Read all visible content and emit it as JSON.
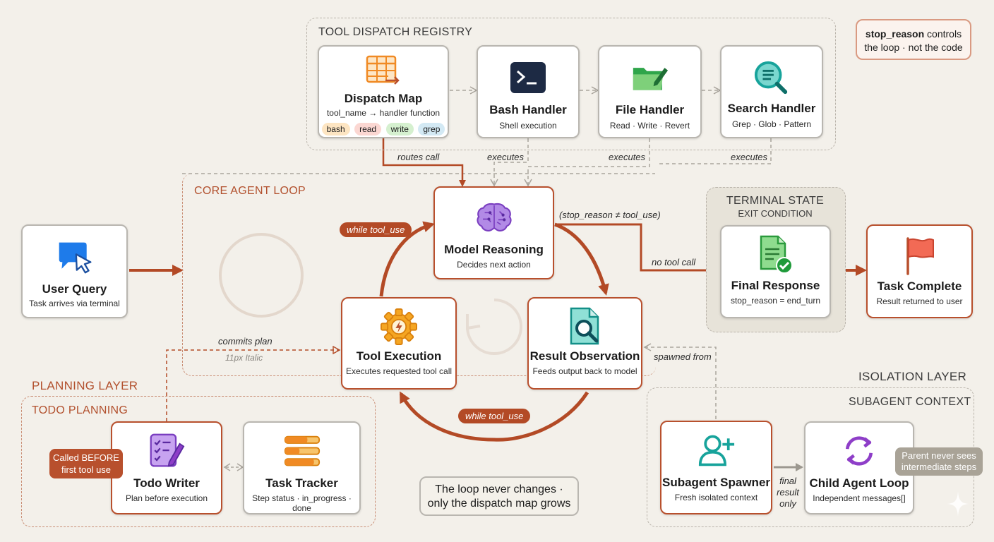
{
  "registry": {
    "title": "TOOL DISPATCH REGISTRY",
    "dispatch": {
      "title": "Dispatch Map",
      "sub": "tool_name → handler function",
      "tags": [
        "bash",
        "read",
        "write",
        "grep"
      ]
    },
    "bash": {
      "title": "Bash Handler",
      "sub": "Shell execution"
    },
    "file": {
      "title": "File Handler",
      "sub": "Read · Write · Revert"
    },
    "search": {
      "title": "Search Handler",
      "sub": "Grep · Glob · Pattern"
    },
    "routes_call": "routes call",
    "executes": "executes"
  },
  "stop_note": {
    "bold": "stop_reason",
    "rest1": " controls",
    "line2": "the loop · not the code"
  },
  "core": {
    "title": "CORE AGENT LOOP",
    "model": {
      "title": "Model Reasoning",
      "sub": "Decides next action"
    },
    "tool": {
      "title": "Tool Execution",
      "sub": "Executes requested tool call"
    },
    "result": {
      "title": "Result Observation",
      "sub": "Feeds output back to model"
    },
    "while_top": "while tool_use",
    "while_bottom": "while tool_use",
    "stop_label": "(stop_reason ≠ tool_use)",
    "no_tool": "no tool call",
    "commits": "commits plan",
    "italic_hint": "11px Italic",
    "spawned": "spawned from"
  },
  "user": {
    "title": "User Query",
    "sub": "Task arrives via terminal"
  },
  "terminal": {
    "title": "TERMINAL STATE",
    "subtitle": "EXIT CONDITION",
    "final": {
      "title": "Final Response",
      "sub": "stop_reason = end_turn"
    }
  },
  "complete": {
    "title": "Task Complete",
    "sub": "Result returned to user"
  },
  "planning": {
    "layer": "PLANNING LAYER",
    "title": "TODO PLANNING",
    "writer": {
      "title": "Todo Writer",
      "sub": "Plan before execution"
    },
    "tracker": {
      "title": "Task Tracker",
      "sub": "Step status · in_progress · done"
    },
    "called_note": [
      "Called BEFORE",
      "first tool use"
    ]
  },
  "loop_note": [
    "The loop never changes ·",
    "only the dispatch map grows"
  ],
  "isolation": {
    "layer": "ISOLATION LAYER",
    "title": "SUBAGENT CONTEXT",
    "spawner": {
      "title": "Subagent Spawner",
      "sub": "Fresh isolated context"
    },
    "child": {
      "title": "Child Agent Loop",
      "sub": "Independent messages[]"
    },
    "final_result": [
      "final",
      "result",
      "only"
    ],
    "parent_note": [
      "Parent never sees",
      "intermediate steps"
    ]
  },
  "colors": {
    "rust": "#b34a26",
    "gray_dash": "#b9b3aa",
    "brand_purple": "#8e3ec8",
    "teal": "#17a39b"
  }
}
